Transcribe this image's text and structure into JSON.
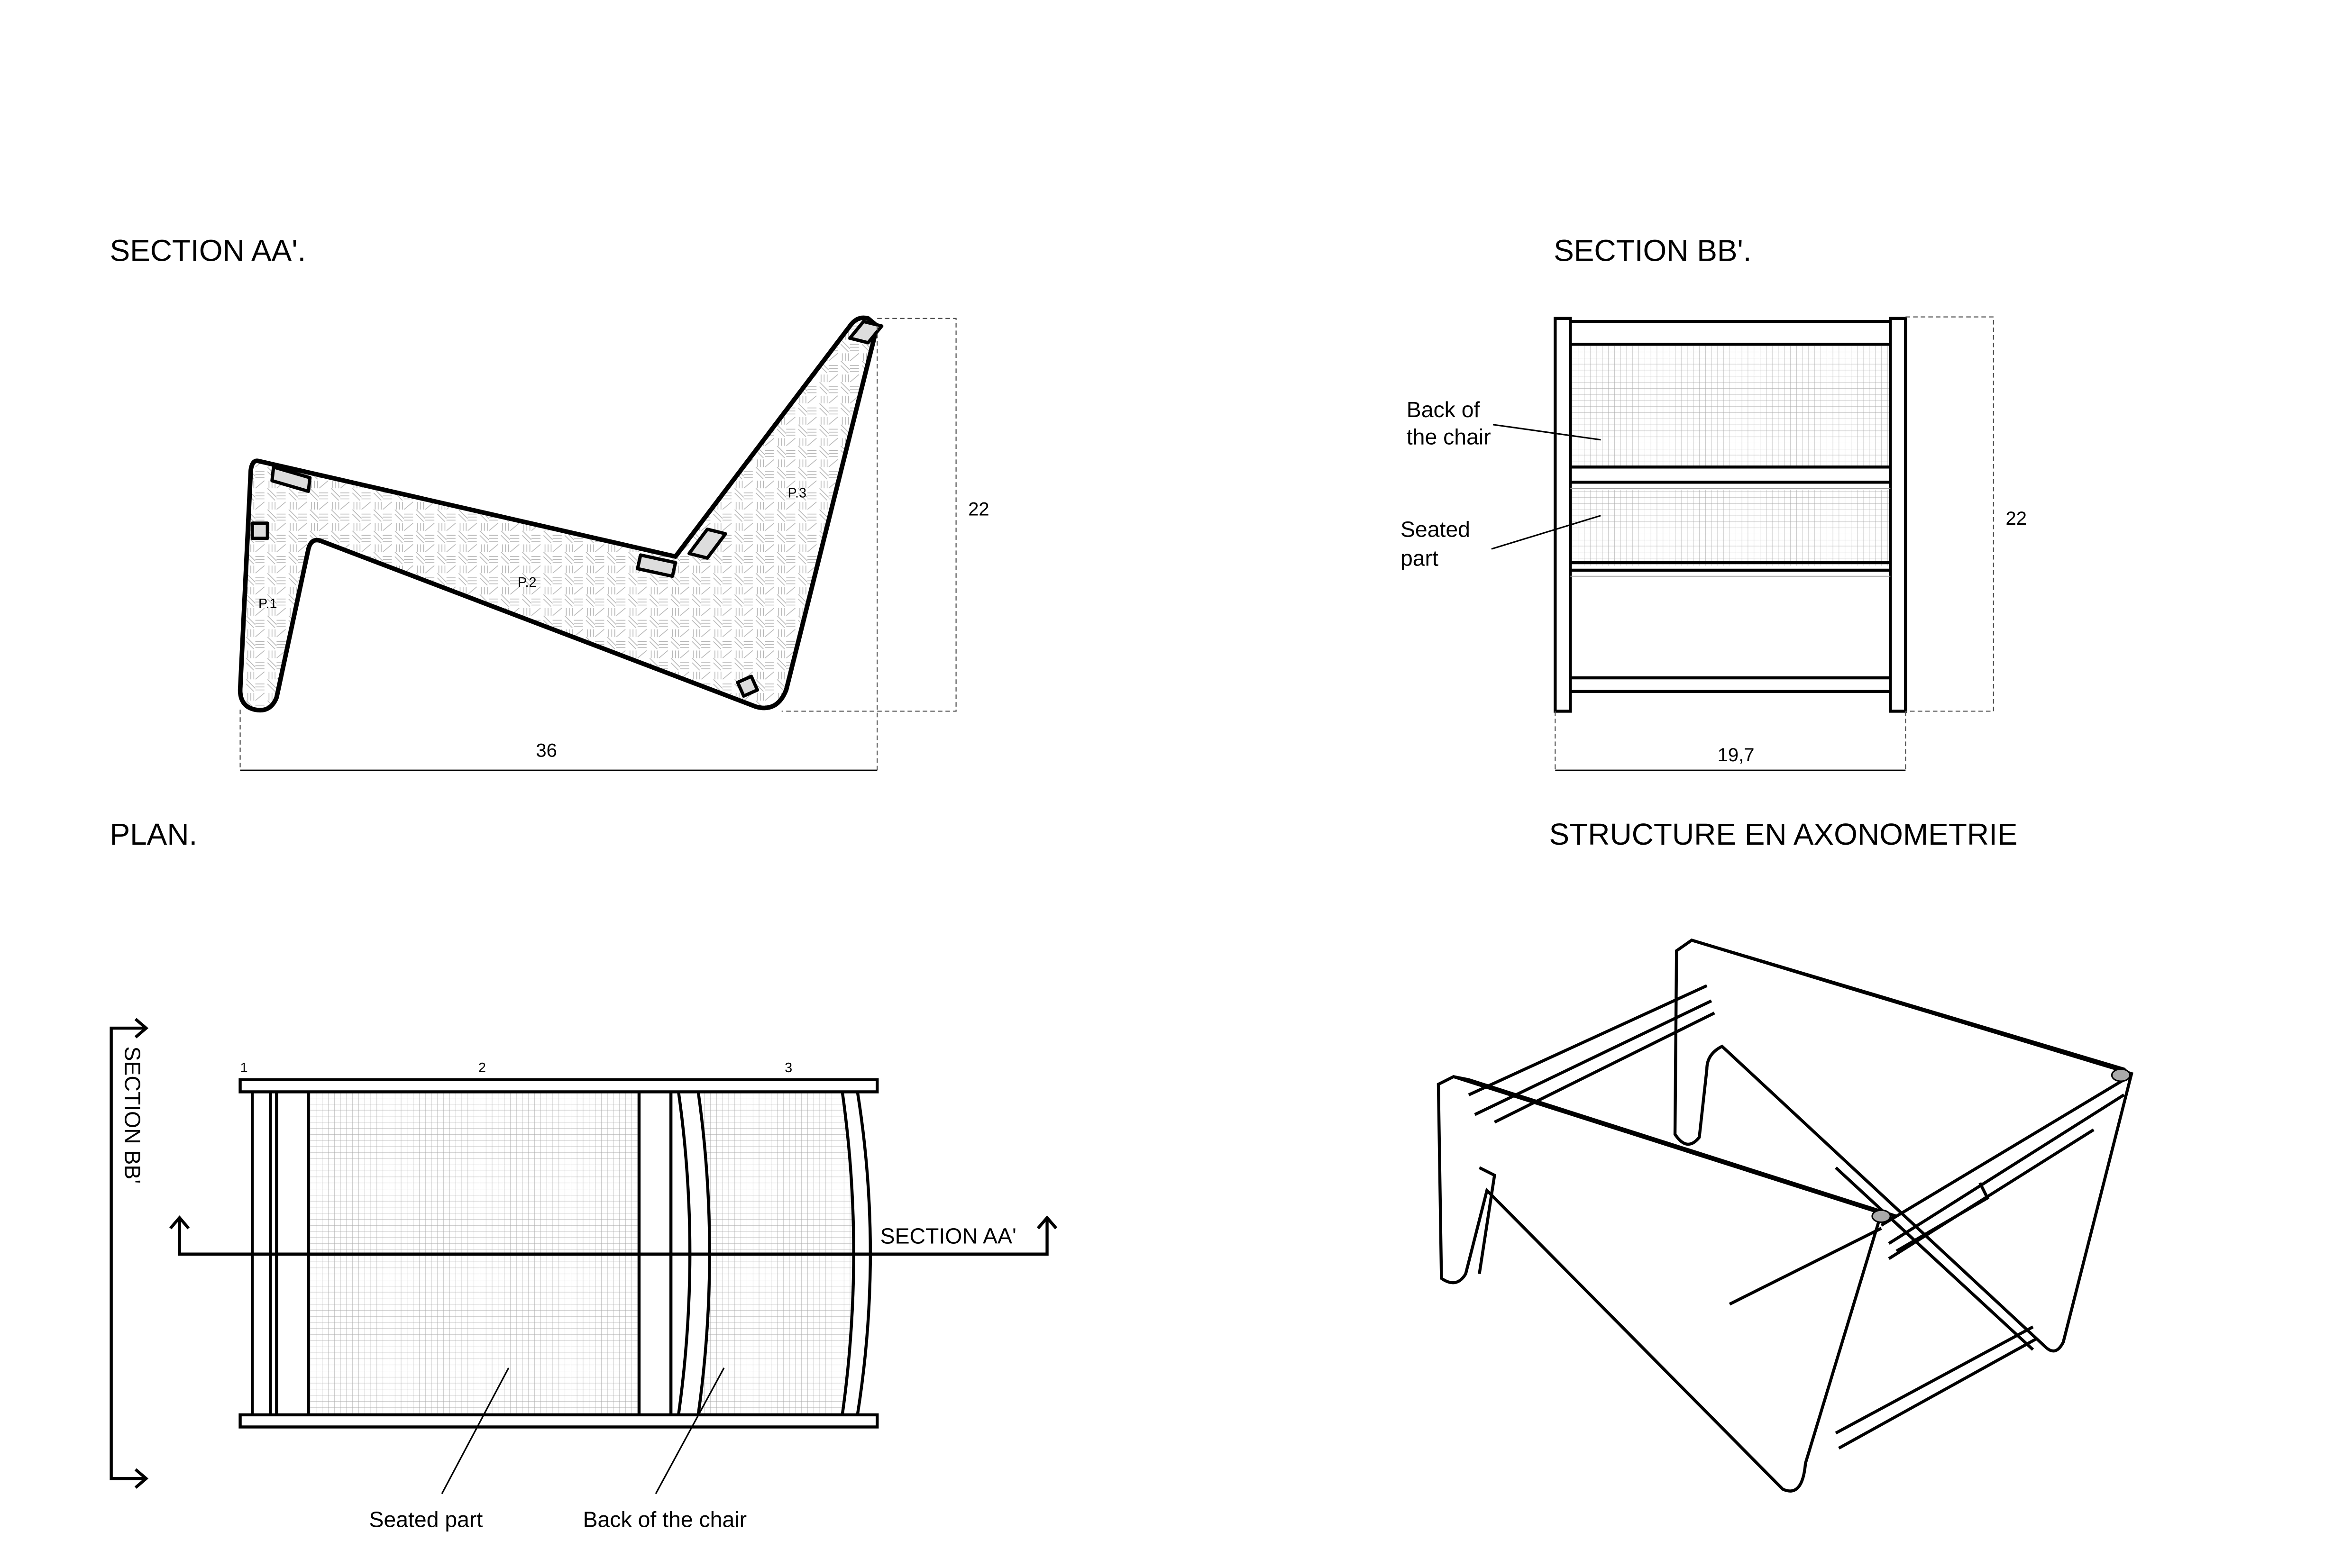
{
  "section_aa": {
    "title": "SECTION AA'.",
    "parts": [
      "P.1",
      "P.2",
      "P.3"
    ],
    "width_dim": "36",
    "height_dim": "22"
  },
  "section_bb": {
    "title": "SECTION BB'.",
    "label_back": [
      "Back of",
      "the chair"
    ],
    "label_seat": [
      "Seated",
      "part"
    ],
    "width_dim": "19,7",
    "height_dim": "22"
  },
  "plan": {
    "title": "PLAN.",
    "piece_numbers": [
      "1",
      "2",
      "3"
    ],
    "section_aa_marker": "SECTION AA'",
    "section_bb_marker": "SECTION BB'",
    "label_seat": "Seated part",
    "label_back": "Back of the chair"
  },
  "axonometric": {
    "title": "STRUCTURE EN AXONOMETRIE"
  },
  "colors": {
    "line": "#000000",
    "hatch": "#b0b0b0",
    "grid": "#999999"
  }
}
